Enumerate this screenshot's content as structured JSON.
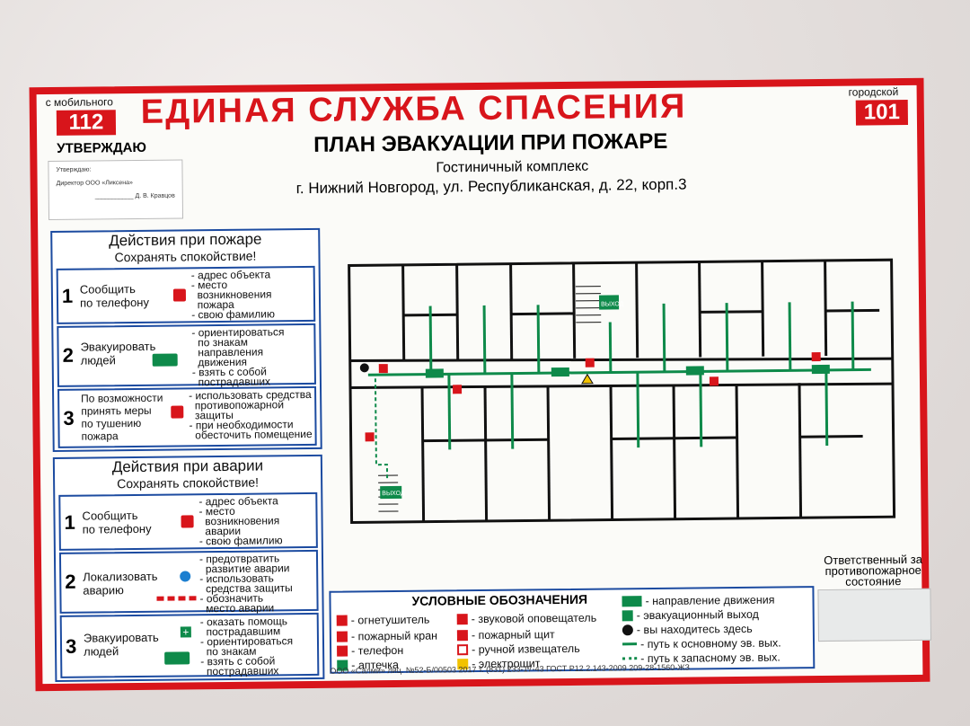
{
  "header": {
    "mobile_label": "с мобильного",
    "mobile_number": "112",
    "city_label": "городской",
    "city_number": "101",
    "main_title": "ЕДИНАЯ СЛУЖБА СПАСЕНИЯ",
    "approve_label": "УТВЕРЖДАЮ",
    "approve_card": [
      "Утверждаю:",
      "Директор ООО «Ликсена»",
      "___________ Д. В. Кравцов"
    ],
    "plan_title": "ПЛАН ЭВАКУАЦИИ ПРИ ПОЖАРЕ",
    "plan_subtitle": "Гостиничный комплекс",
    "plan_address": "г. Нижний Новгород, ул. Республиканская, д. 22, корп.3"
  },
  "fire_actions": {
    "title": "Действия при пожаре",
    "subtitle": "Сохранять спокойствие!",
    "steps": [
      {
        "num": "1",
        "text": "Сообщить\nпо телефону",
        "list": "- адрес объекта\n- место\n  возникновения\n  пожара\n- свою фамилию"
      },
      {
        "num": "2",
        "text": "Эвакуировать\nлюдей",
        "list": "- ориентироваться\n  по знакам\n  направления\n  движения\n- взять с собой\n  пострадавших"
      },
      {
        "num": "3",
        "text": "По возможности\nпринять меры\nпо тушению\nпожара",
        "list": "- использовать средства\n  противопожарной\n  защиты\n- при необходимости\n  обесточить помещение"
      }
    ]
  },
  "accident_actions": {
    "title": "Действия при аварии",
    "subtitle": "Сохранять спокойствие!",
    "steps": [
      {
        "num": "1",
        "text": "Сообщить\nпо телефону",
        "list": "- адрес объекта\n- место\n  возникновения\n  аварии\n- свою фамилию"
      },
      {
        "num": "2",
        "text": "Локализовать\naварию",
        "list": "- предотвратить\n  развитие аварии\n- использовать\n  средства защиты\n- обозначить\n  место аварии"
      },
      {
        "num": "3",
        "text": "Эвакуировать\nлюдей",
        "list": "- оказать помощь\n  пострадавшим\n- ориентироваться\n  по знакам\n- взять с собой\n  пострадавших"
      }
    ]
  },
  "plan": {
    "exit_label": "ВЫХОД",
    "colors": {
      "wall": "#111111",
      "route_main": "#0e8a4a",
      "fire": "#d8151b"
    }
  },
  "legend": {
    "title": "УСЛОВНЫЕ ОБОЗНАЧЕНИЯ",
    "items": [
      {
        "icon": "extinguisher-icon",
        "label": "- огнетушитель"
      },
      {
        "icon": "fire-hydrant-icon",
        "label": "- пожарный кран"
      },
      {
        "icon": "phone-icon",
        "label": "- телефон"
      },
      {
        "icon": "first-aid-icon",
        "label": "- аптечка"
      },
      {
        "icon": "alarm-sounder-icon",
        "label": "- звуковой оповещатель"
      },
      {
        "icon": "fire-cabinet-icon",
        "label": "- пожарный щит"
      },
      {
        "icon": "manual-call-point-icon",
        "label": "- ручной извещатель"
      },
      {
        "icon": "electrical-panel-icon",
        "label": "- электрощит"
      },
      {
        "icon": "direction-arrow-icon",
        "label": "- направление движения"
      },
      {
        "icon": "emergency-exit-icon",
        "label": "- эвакуационный выход"
      },
      {
        "icon": "you-are-here-icon",
        "label": "- вы находитесь здесь"
      },
      {
        "icon": "main-route-icon",
        "label": "- путь к основному эв. вых."
      },
      {
        "icon": "spare-route-icon",
        "label": "- путь к запасному эв. вых."
      }
    ]
  },
  "responsible": "Ответственный за\nпротивопожарное\nсостояние",
  "footer": "ООО «Салми» лиц. №52-Б/00503 2017 т. (831) 233-17-43 ГОСТ Р12.2.143-2009 209-28-1560-ЖЗ"
}
